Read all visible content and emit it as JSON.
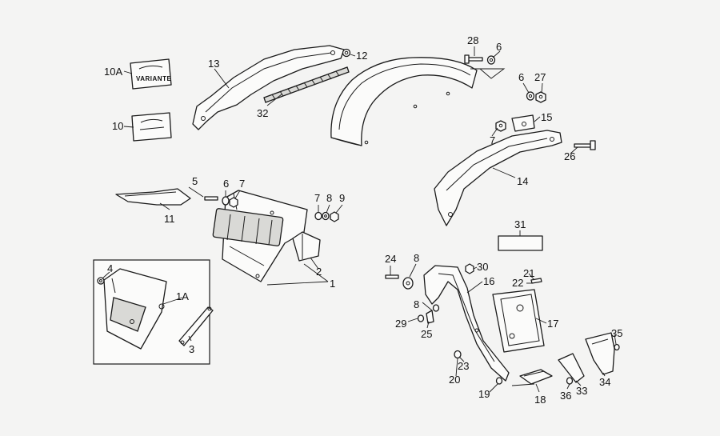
{
  "diagram": {
    "callouts": [
      {
        "id": "c10A",
        "text": "10A"
      },
      {
        "id": "c10",
        "text": "10"
      },
      {
        "id": "c13",
        "text": "13"
      },
      {
        "id": "c12",
        "text": "12"
      },
      {
        "id": "c32",
        "text": "32"
      },
      {
        "id": "c28",
        "text": "28"
      },
      {
        "id": "c6a",
        "text": "6"
      },
      {
        "id": "c6b",
        "text": "6"
      },
      {
        "id": "c27",
        "text": "27"
      },
      {
        "id": "c15",
        "text": "15"
      },
      {
        "id": "c7a",
        "text": "7"
      },
      {
        "id": "c26",
        "text": "26"
      },
      {
        "id": "c14",
        "text": "14"
      },
      {
        "id": "c5",
        "text": "5"
      },
      {
        "id": "c6c",
        "text": "6"
      },
      {
        "id": "c7b",
        "text": "7"
      },
      {
        "id": "c7c",
        "text": "7"
      },
      {
        "id": "c8a",
        "text": "8"
      },
      {
        "id": "c9",
        "text": "9"
      },
      {
        "id": "c11",
        "text": "11"
      },
      {
        "id": "c2",
        "text": "2"
      },
      {
        "id": "c1",
        "text": "1"
      },
      {
        "id": "c4",
        "text": "4"
      },
      {
        "id": "c1A",
        "text": "1A"
      },
      {
        "id": "c3",
        "text": "3"
      },
      {
        "id": "c31",
        "text": "31"
      },
      {
        "id": "c24",
        "text": "24"
      },
      {
        "id": "c8b",
        "text": "8"
      },
      {
        "id": "c30",
        "text": "30"
      },
      {
        "id": "c16",
        "text": "16"
      },
      {
        "id": "c21",
        "text": "21"
      },
      {
        "id": "c22",
        "text": "22"
      },
      {
        "id": "c8c",
        "text": "8"
      },
      {
        "id": "c17",
        "text": "17"
      },
      {
        "id": "c29",
        "text": "29"
      },
      {
        "id": "c25",
        "text": "25"
      },
      {
        "id": "c35",
        "text": "35"
      },
      {
        "id": "c23",
        "text": "23"
      },
      {
        "id": "c20",
        "text": "20"
      },
      {
        "id": "c19",
        "text": "19"
      },
      {
        "id": "c18",
        "text": "18"
      },
      {
        "id": "c36",
        "text": "36"
      },
      {
        "id": "c33",
        "text": "33"
      },
      {
        "id": "c34",
        "text": "34"
      }
    ],
    "badge_text": "VARIANTE"
  }
}
